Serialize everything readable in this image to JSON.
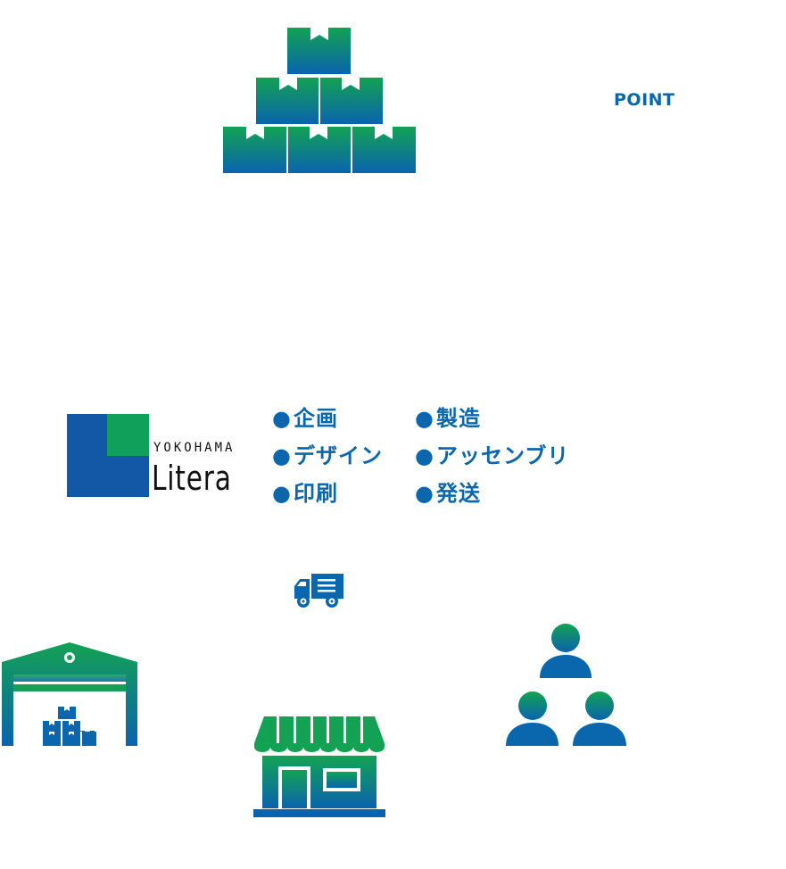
{
  "point_label": "POINT",
  "logo": {
    "small_text": "YOKOHAMA",
    "big_text": "Litera"
  },
  "services": [
    {
      "bullet": "●",
      "label": "企画"
    },
    {
      "bullet": "●",
      "label": "デザイン"
    },
    {
      "bullet": "●",
      "label": "印刷"
    },
    {
      "bullet": "●",
      "label": "製造"
    },
    {
      "bullet": "●",
      "label": "アッセンブリ"
    },
    {
      "bullet": "●",
      "label": "発送"
    }
  ],
  "colors": {
    "green": "#0e9f55",
    "blue": "#0a67ad",
    "logo_blue": "#1258a6"
  },
  "icons": [
    "boxes-pyramid-icon",
    "truck-icon",
    "warehouse-icon",
    "store-icon",
    "people-group-icon"
  ]
}
